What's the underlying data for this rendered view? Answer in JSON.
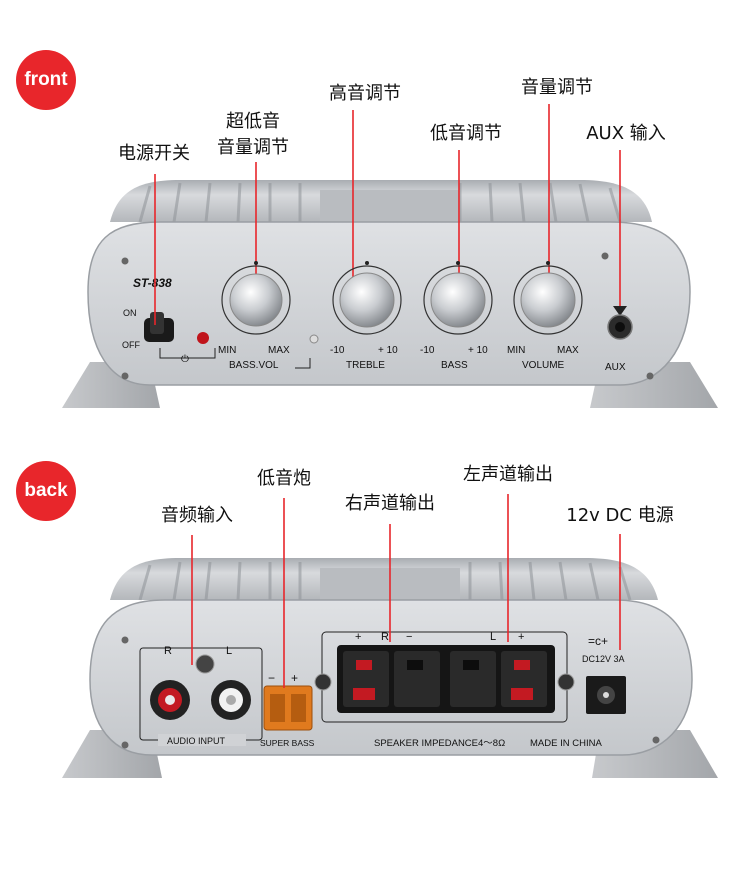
{
  "badges": {
    "front": "front",
    "back": "back"
  },
  "front_callouts": {
    "power_switch": "电源开关",
    "subwoofer_volume_line1": "超低音",
    "subwoofer_volume_line2": "音量调节",
    "treble": "高音调节",
    "bass": "低音调节",
    "volume": "音量调节",
    "aux": "AUX 输入"
  },
  "back_callouts": {
    "audio_input": "音频输入",
    "subwoofer": "低音炮",
    "right_out": "右声道输出",
    "left_out": "左声道输出",
    "power": "12v DC 电源"
  },
  "front_panel": {
    "model": "ST-838",
    "switch_on": "ON",
    "switch_off": "OFF",
    "bass_vol_min": "MIN",
    "bass_vol_max": "MAX",
    "bass_vol_label": "BASS.VOL",
    "treble_min": "-10",
    "treble_max": "+ 10",
    "treble_label": "TREBLE",
    "bass_min": "-10",
    "bass_max": "+ 10",
    "bass_label": "BASS",
    "volume_min": "MIN",
    "volume_max": "MAX",
    "volume_label": "VOLUME",
    "aux_label": "AUX"
  },
  "back_panel": {
    "r": "R",
    "l": "L",
    "audio_input_label": "AUDIO INPUT",
    "super_bass_label": "SUPER BASS",
    "sb_minus": "−",
    "sb_plus": "+",
    "spk_plus_r": "+",
    "spk_r": "R",
    "spk_minus_r": "−",
    "spk_l": "L",
    "spk_plus_l": "+",
    "impedance": "SPEAKER IMPEDANCE4～8Ω",
    "made_in": "MADE IN CHINA",
    "dc_label": "DC12V 3A"
  },
  "colors": {
    "badge": "#e8262b",
    "callout_line": "#e8262b",
    "panel": "#c9cbcf"
  }
}
